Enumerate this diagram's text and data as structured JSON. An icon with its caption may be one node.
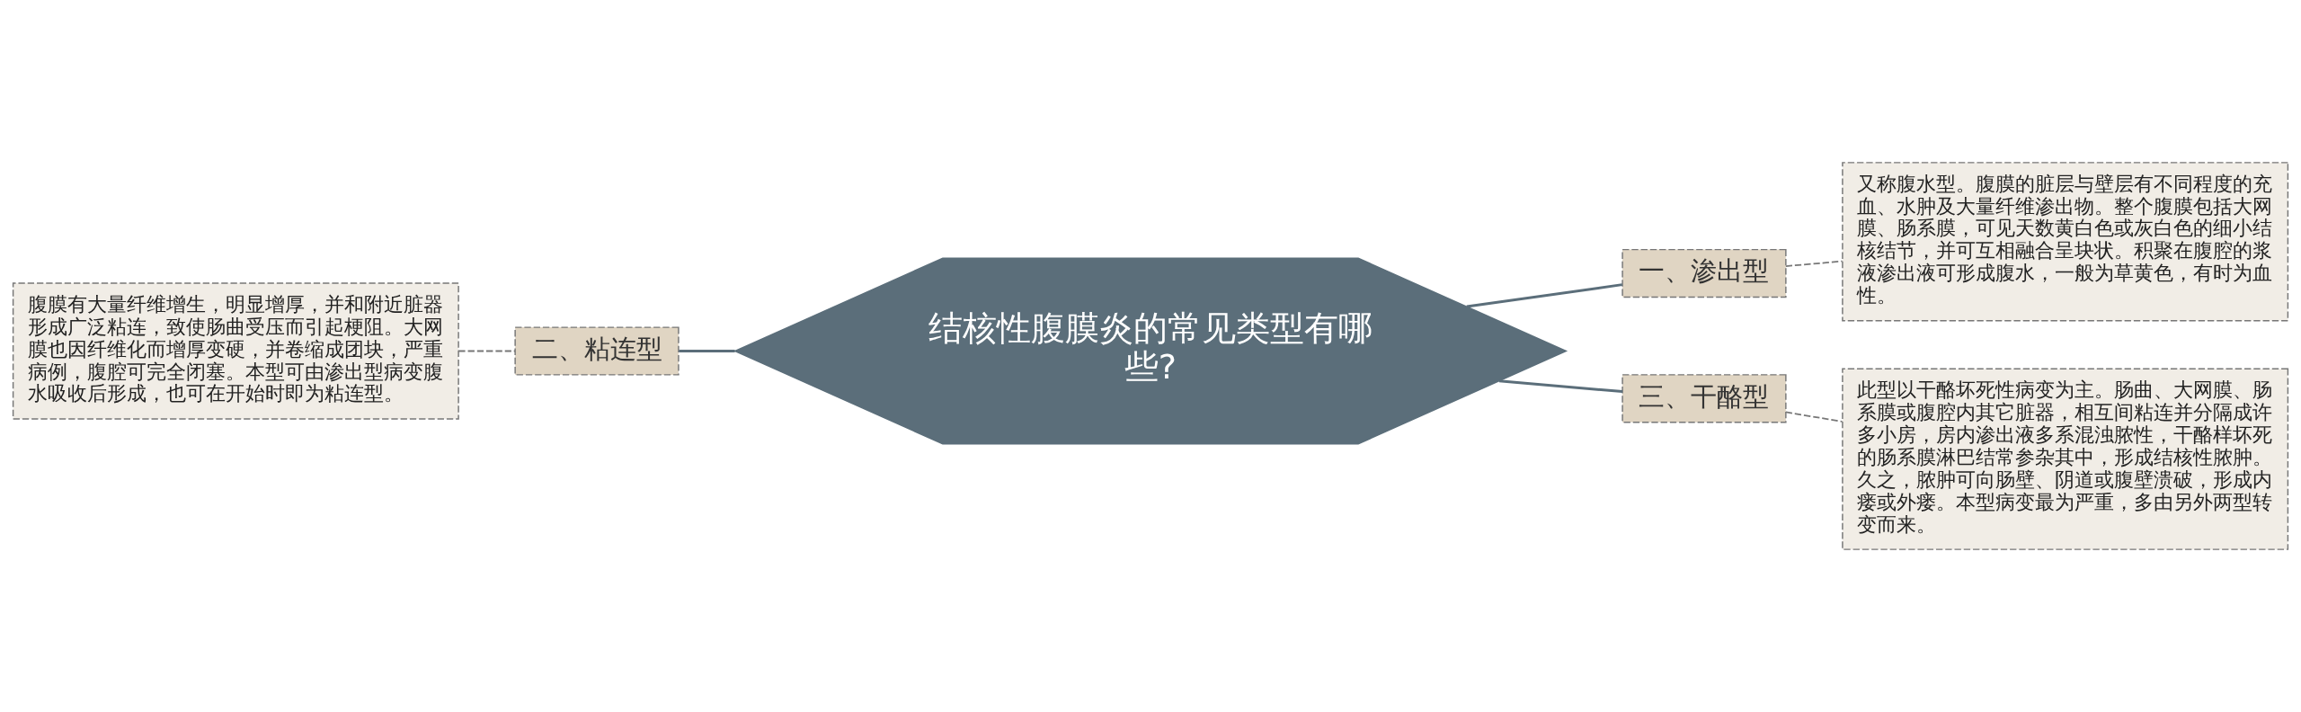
{
  "diagram": {
    "nodes": [
      {
        "text": [
          "结核性腹膜炎的常见类型有哪些?"
        ]
      },
      {
        "text": [
          "二、粘连型"
        ]
      },
      {
        "text": [
          "腹膜有大量纤维增生，明显增厚，并和附近脏器形成广泛粘连，致使肠曲受压而引起梗阻。大网膜也因纤维化而增厚变硬，并卷缩成团块，严重病例，腹腔可完全闭塞。本型可由渗出型病变腹水吸收后形成，也可在开始时即为粘连型。"
        ]
      },
      {
        "text": [
          "一、渗出型"
        ]
      },
      {
        "text": [
          "又称腹水型。腹膜的脏层与壁层有不同程度的充血、水肿及大量纤维渗出物。整个腹膜包括大网膜、肠系膜，可见天数黄白色或灰白色的细小结核结节，并可互相融合呈块状。积聚在腹腔的浆液渗出液可形成腹水，一般为草黄色，有时为血性。"
        ]
      },
      {
        "text": [
          "三、干酪型"
        ]
      },
      {
        "text": [
          "此型以干酪坏死性病变为主。肠曲、大网膜、肠系膜或腹腔内其它脏器，相互间粘连并分隔成许多小房，房内渗出液多系混浊脓性，干酪样坏死的肠系膜淋巴结常参杂其中，形成结核性脓肿。久之，脓肿可向肠壁、阴道或腹壁溃破，形成内瘘或外瘘。本型病变最为严重，多由另外两型转变而来。"
        ]
      }
    ],
    "edges": [
      {
        "from": 0,
        "to": 1,
        "arrow": "none"
      },
      {
        "from": 1,
        "to": 2,
        "arrow": "none",
        "style": "dashed"
      },
      {
        "from": 0,
        "to": 3,
        "arrow": "none"
      },
      {
        "from": 3,
        "to": 4,
        "arrow": "none",
        "style": "dashed"
      },
      {
        "from": 0,
        "to": 5,
        "arrow": "none"
      },
      {
        "from": 5,
        "to": 6,
        "arrow": "none",
        "style": "dashed"
      }
    ]
  }
}
